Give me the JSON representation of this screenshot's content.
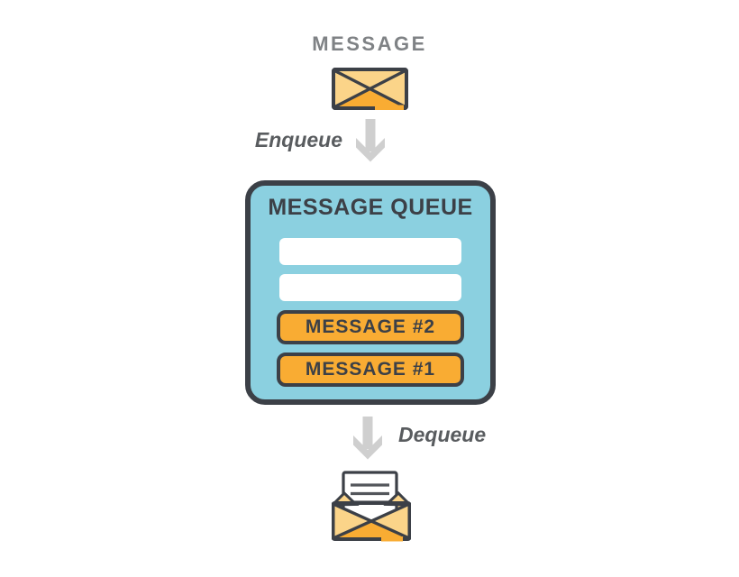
{
  "diagram": {
    "source": {
      "title": "MESSAGE",
      "icon": "closed-envelope"
    },
    "enqueue": {
      "label": "Enqueue",
      "icon": "down-arrow"
    },
    "queue": {
      "title": "MESSAGE QUEUE",
      "slots": [
        {
          "label": "",
          "state": "empty"
        },
        {
          "label": "",
          "state": "empty"
        },
        {
          "label": "MESSAGE #2",
          "state": "filled"
        },
        {
          "label": "MESSAGE #1",
          "state": "filled"
        }
      ]
    },
    "dequeue": {
      "label": "Dequeue",
      "icon": "down-arrow"
    },
    "sink": {
      "icon": "open-envelope-with-letter"
    }
  },
  "colors": {
    "queue_fill": "#8BD0E0",
    "outline": "#3C4047",
    "message_fill": "#F9AC33",
    "envelope_light": "#FBD489",
    "arrow_gray": "#CFCFCF",
    "title_gray": "#7F8285",
    "label_gray": "#595C5F",
    "slot_empty": "#FFFFFF"
  }
}
